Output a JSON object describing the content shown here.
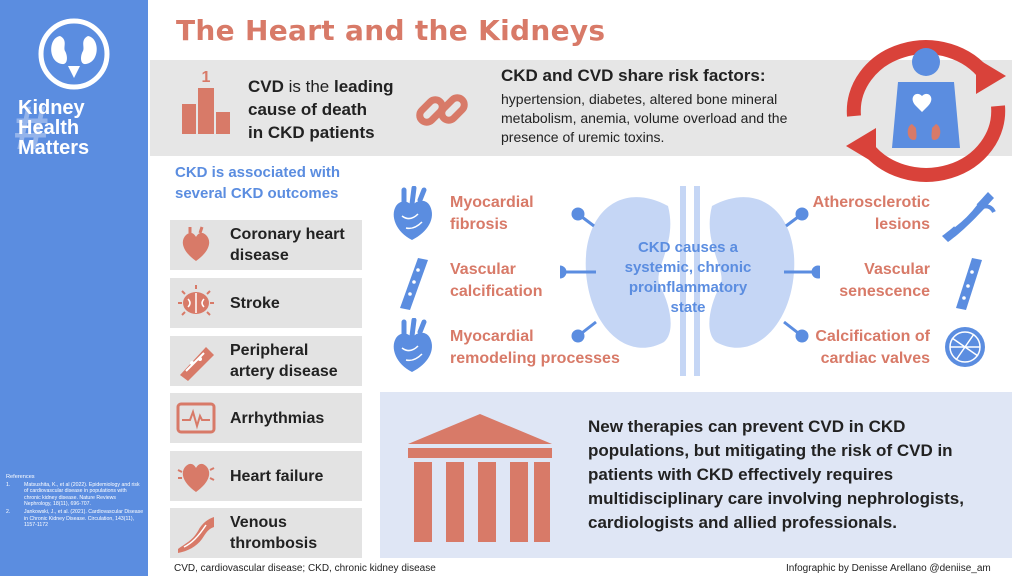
{
  "title": "The Heart and the Kidneys",
  "sidebar": {
    "brand_hash": "#",
    "brand_lines": [
      "Kidney",
      "Health",
      "Matters"
    ],
    "references_title": "References",
    "references": [
      {
        "num": "1.",
        "text": "Matsushita, K., et al (2022). Epidemiology and risk of cardiovascular disease in populations with chronic kidney disease. Nature Reviews Nephrology, 18(11), 696-707."
      },
      {
        "num": "2.",
        "text": "Jankowski, J., et al. (2021). Cardiovascular Disease in Chronic Kidney Disease. Circulation, 143(11), 1157-1172"
      }
    ]
  },
  "leading": {
    "podium_rank": "1",
    "line1_bold": "CVD",
    "line1_rest": " is the ",
    "line1_bold2": "leading",
    "line2": "cause of death",
    "line3": "in CKD patients"
  },
  "risk": {
    "title": "CKD and CVD share risk factors:",
    "text": "hypertension, diabetes, altered bone mineral metabolism, anemia, volume overload and the presence of uremic toxins."
  },
  "outcomes": {
    "heading_line1": "CKD is associated with",
    "heading_line2": "several CKD outcomes",
    "items": [
      {
        "line1": "Coronary heart",
        "line2": "disease",
        "icon": "heart-icon"
      },
      {
        "line1": "Stroke",
        "line2": "",
        "icon": "brain-icon"
      },
      {
        "line1": "Peripheral",
        "line2": "artery disease",
        "icon": "artery-icon"
      },
      {
        "line1": "Arrhythmias",
        "line2": "",
        "icon": "ecg-monitor-icon"
      },
      {
        "line1": "Heart failure",
        "line2": "",
        "icon": "heart-failure-icon"
      },
      {
        "line1": "Venous",
        "line2": "thrombosis",
        "icon": "vein-icon"
      }
    ]
  },
  "center": {
    "line1": "CKD causes a",
    "line2": "systemic, chronic",
    "line3": "proinflammatory",
    "line4": "state"
  },
  "effects": {
    "left": [
      {
        "line1": "Myocardial",
        "line2": "fibrosis"
      },
      {
        "line1": "Vascular",
        "line2": "calcification"
      },
      {
        "line1": "Myocardial",
        "line2": "remodeling processes"
      }
    ],
    "right": [
      {
        "line1": "Atherosclerotic",
        "line2": "lesions"
      },
      {
        "line1": "Vascular",
        "line2": "senescence"
      },
      {
        "line1": "Calcification of",
        "line2": "cardiac valves"
      }
    ]
  },
  "therapy": {
    "text": "New therapies can prevent CVD in CKD populations, but mitigating the risk of CVD in patients with CKD effectively requires multidisciplinary care involving nephrologists, cardiologists and allied professionals."
  },
  "footer": {
    "abbreviations": "CVD, cardiovascular disease; CKD, chronic kidney disease",
    "credit": "Infographic by Denisse Arellano @deniise_am"
  },
  "colors": {
    "accent_blue": "#5b8de0",
    "accent_coral": "#d87a68",
    "band_gray": "#e6e6e6",
    "band_blue": "#dfe6f5"
  }
}
